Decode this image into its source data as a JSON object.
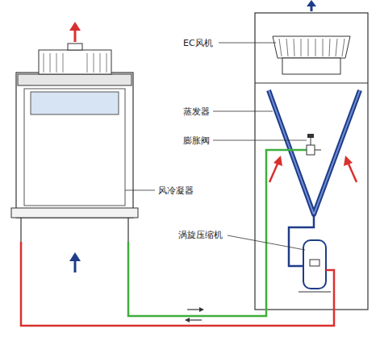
{
  "diagram": {
    "labels": [
      "EC风机",
      "蒸发器",
      "膨胀阀",
      "风冷凝器",
      "涡旋压缩机"
    ]
  }
}
